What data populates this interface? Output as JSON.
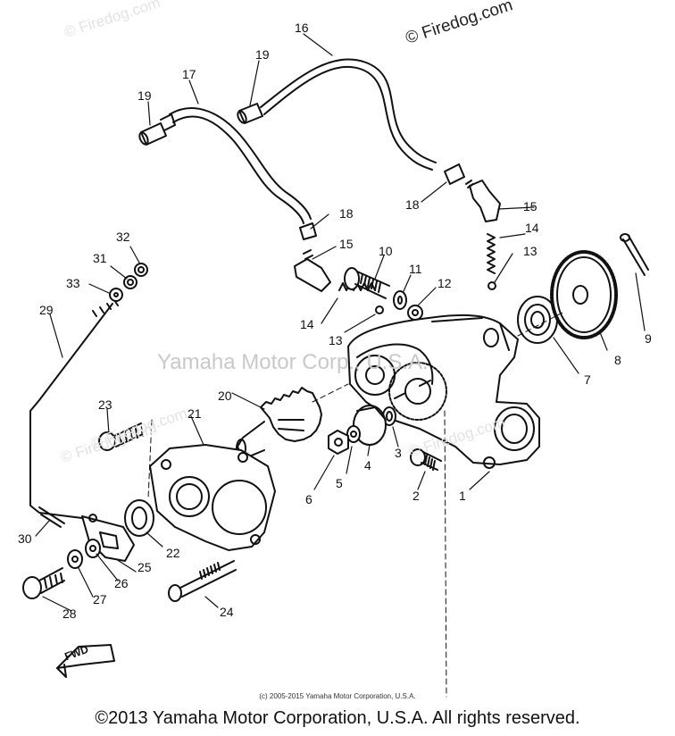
{
  "watermarks": {
    "top_left": "© Firedog.com",
    "top_right": "© Firedog.com",
    "middle_left": "© Firedog.com",
    "lower_left": "© Firedog.com",
    "lower_right": "© Firedog.com",
    "center": "Yamaha Motor Corp., U.S.A."
  },
  "callouts": {
    "n1": "1",
    "n2": "2",
    "n3": "3",
    "n4": "4",
    "n5": "5",
    "n6": "6",
    "n7": "7",
    "n8": "8",
    "n9": "9",
    "n10": "10",
    "n11": "11",
    "n12": "12",
    "n13a": "13",
    "n13b": "13",
    "n14a": "14",
    "n14b": "14",
    "n15a": "15",
    "n15b": "15",
    "n16": "16",
    "n17": "17",
    "n18a": "18",
    "n18b": "18",
    "n19a": "19",
    "n19b": "19",
    "n20": "20",
    "n21": "21",
    "n22": "22",
    "n23": "23",
    "n24": "24",
    "n25": "25",
    "n26": "26",
    "n27": "27",
    "n28": "28",
    "n29": "29",
    "n30": "30",
    "n31": "31",
    "n32": "32",
    "n33": "33"
  },
  "fwd_label": "FWD",
  "copyright_small": "(c) 2005-2015 Yamaha Motor Corporation, U.S.A.",
  "copyright_main": "©2013 Yamaha Motor Corporation, U.S.A. All rights reserved."
}
